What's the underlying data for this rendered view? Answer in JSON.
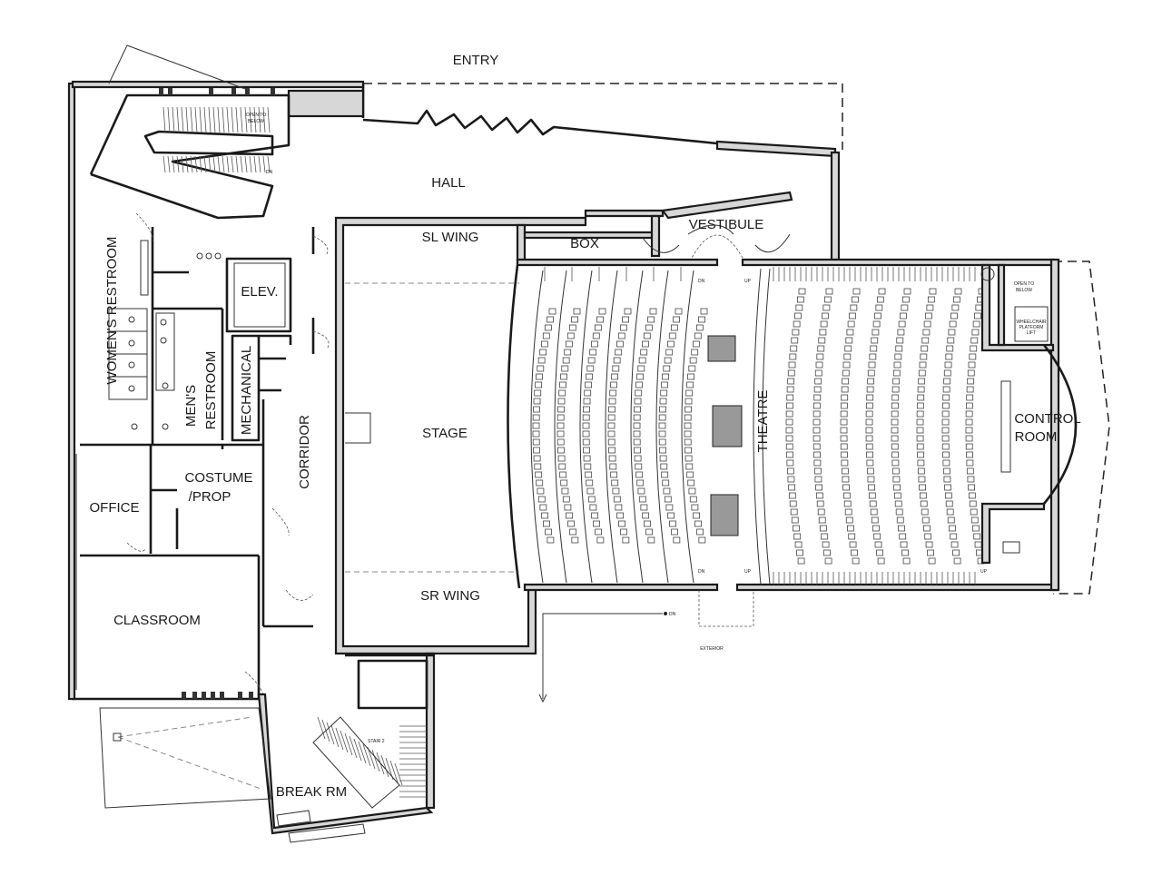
{
  "rooms": {
    "entry": "ENTRY",
    "hall": "HALL",
    "sl_wing": "SL WING",
    "box": "BOX",
    "vestibule": "VESTIBULE",
    "womens_restroom": "WOMEN'S RESTROOM",
    "mens_restroom_1": "MEN'S",
    "mens_restroom_2": "RESTROOM",
    "elev": "ELEV.",
    "mechanical": "MECHANICAL",
    "corridor": "CORRIDOR",
    "stage": "STAGE",
    "theatre": "THEATRE",
    "control_room_1": "CONTROL",
    "control_room_2": "ROOM",
    "costume_prop_1": "COSTUME",
    "costume_prop_2": "/PROP",
    "office": "OFFICE",
    "sr_wing": "SR WING",
    "classroom": "CLASSROOM",
    "break_rm": "BREAK RM"
  },
  "notes": {
    "open_to_below_1a": "OPEN TO",
    "open_to_below_1b": "BELOW",
    "open_to_below_2a": "OPEN TO",
    "open_to_below_2b": "BELOW",
    "wheelchair_a": "WHEELCHAIR",
    "wheelchair_b": "PLATFORM",
    "wheelchair_c": "LIFT",
    "exterior": "EXTERIOR",
    "stair_2": "STAIR 2",
    "dn_stair": "DN",
    "dn_ramp": "DN",
    "dn_upper": "DN",
    "dn_lower": "DN",
    "up_upper": "UP",
    "up_lower": "UP",
    "up_control": "UP"
  }
}
